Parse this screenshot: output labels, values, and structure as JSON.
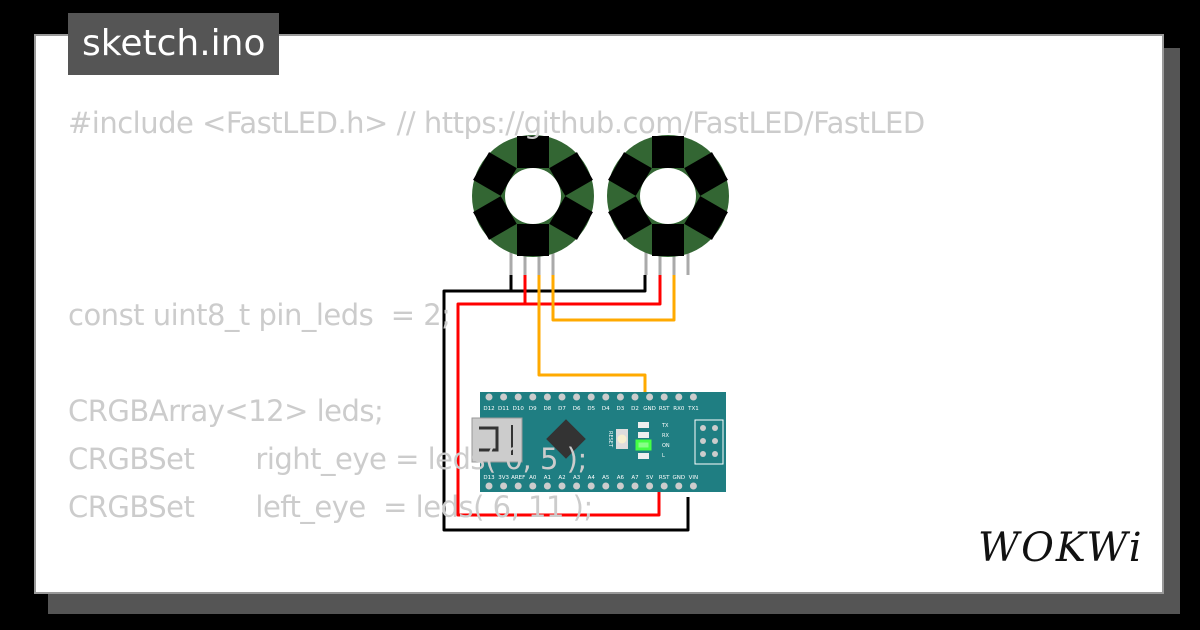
{
  "title": "sketch.ino",
  "code_lines": [
    "#include <FastLED.h> // https://github.com/FastLED/FastLED",
    "const uint8_t pin_leds  = 2;",
    "CRGBArray<12> leds;",
    "CRGBSet       right_eye = leds( 0, 5 );",
    "CRGBSet       left_eye  = leds( 6, 11 );"
  ],
  "board": {
    "top_pins": [
      "D12",
      "D11",
      "D10",
      "D9",
      "D8",
      "D7",
      "D6",
      "D5",
      "D4",
      "D3",
      "D2",
      "GND",
      "RST",
      "RX0",
      "TX1"
    ],
    "bottom_pins": [
      "D13",
      "3V3",
      "AREF",
      "A0",
      "A1",
      "A2",
      "A3",
      "A4",
      "A5",
      "A6",
      "A7",
      "5V",
      "RST",
      "GND",
      "VIN"
    ],
    "reset_label": "RESET",
    "led_labels": [
      "TX",
      "RX",
      "ON",
      "L"
    ]
  },
  "logo": "WOKWi",
  "colors": {
    "board": "#1f7e82",
    "ring": "#336633",
    "wire_gnd": "#000000",
    "wire_5v": "#ff0000",
    "wire_data": "#ffaa00",
    "power_led": "#44ff44"
  }
}
